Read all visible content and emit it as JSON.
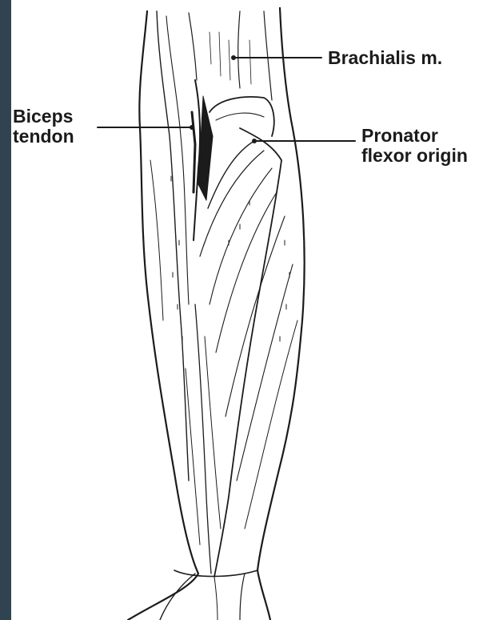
{
  "figure": {
    "labels": {
      "brachialis": "Brachialis m.",
      "biceps_line1": "Biceps",
      "biceps_line2": "tendon",
      "pronator_line1": "Pronator",
      "pronator_line2": "flexor origin"
    }
  },
  "colors": {
    "frame": "#2f4450",
    "panel": "#ffffff",
    "ink": "#1b1b1b"
  }
}
